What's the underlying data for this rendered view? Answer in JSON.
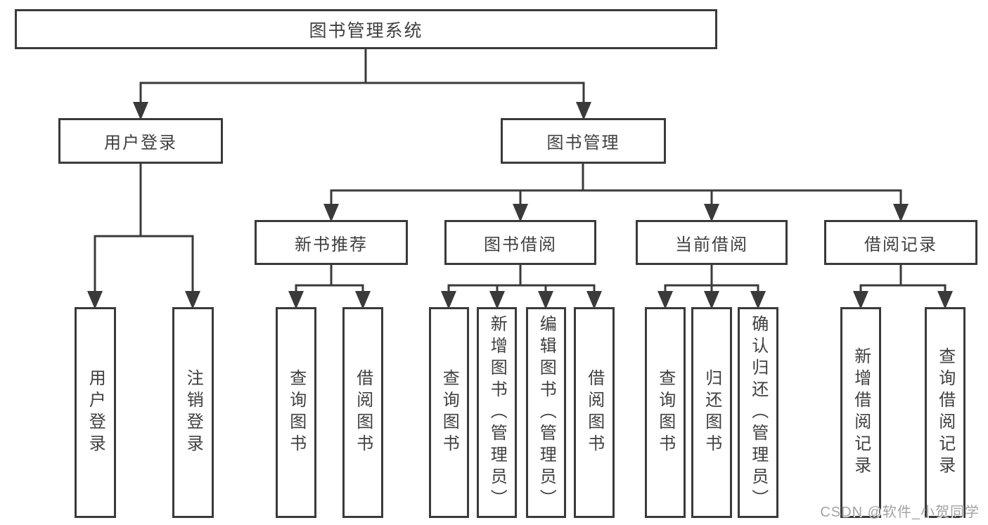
{
  "tree": {
    "label": "图书管理系统",
    "children": [
      {
        "label": "用户登录",
        "children": [
          {
            "label": "用户登录"
          },
          {
            "label": "注销登录"
          }
        ]
      },
      {
        "label": "图书管理",
        "children": [
          {
            "label": "新书推荐",
            "children": [
              {
                "label": "查询图书"
              },
              {
                "label": "借阅图书"
              }
            ]
          },
          {
            "label": "图书借阅",
            "children": [
              {
                "label": "查询图书"
              },
              {
                "label": "新增图书（管理员）"
              },
              {
                "label": "编辑图书（管理员）"
              },
              {
                "label": "借阅图书"
              }
            ]
          },
          {
            "label": "当前借阅",
            "children": [
              {
                "label": "查询图书"
              },
              {
                "label": "归还图书"
              },
              {
                "label": "确认归还（管理员）"
              }
            ]
          },
          {
            "label": "借阅记录",
            "children": [
              {
                "label": "新增借阅记录"
              },
              {
                "label": "查询借阅记录"
              }
            ]
          }
        ]
      }
    ]
  },
  "watermark": {
    "text": "CSDN @软件_小贺同学"
  },
  "colors": {
    "line": "#3a3a3a",
    "text": "#3f3f3f",
    "background": "#ffffff",
    "watermark": "#a3a3a3"
  }
}
